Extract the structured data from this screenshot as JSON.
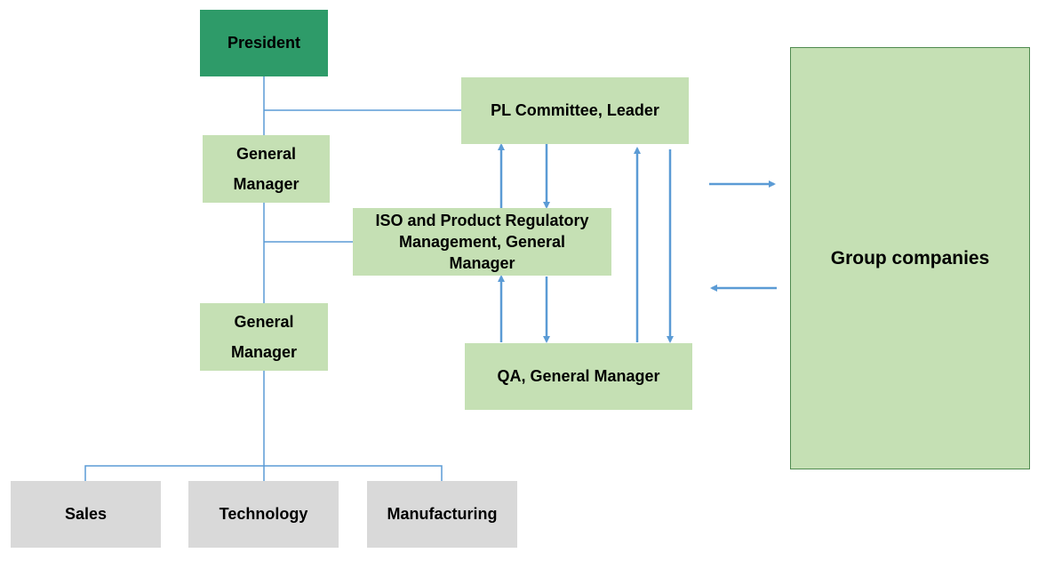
{
  "diagram": {
    "nodes": {
      "president": "President",
      "gm_upper": "General\nManager",
      "gm_lower": "General\nManager",
      "pl_committee": "PL Committee, Leader",
      "iso_management": "ISO and Product Regulatory\nManagement,  General\nManager",
      "qa": "QA, General Manager",
      "group_companies": "Group companies",
      "sales": "Sales",
      "technology": "Technology",
      "manufacturing": "Manufacturing"
    },
    "edges": [
      {
        "from": "president",
        "to": "gm_upper",
        "style": "line"
      },
      {
        "from": "president",
        "to": "pl_committee",
        "style": "line"
      },
      {
        "from": "gm_upper",
        "to": "gm_lower",
        "style": "line"
      },
      {
        "from": "gm_upper",
        "to": "iso_management",
        "style": "line"
      },
      {
        "from": "gm_lower",
        "to": "sales",
        "style": "line"
      },
      {
        "from": "gm_lower",
        "to": "technology",
        "style": "line"
      },
      {
        "from": "gm_lower",
        "to": "manufacturing",
        "style": "line"
      },
      {
        "from": "iso_management",
        "to": "pl_committee",
        "style": "arrow"
      },
      {
        "from": "pl_committee",
        "to": "iso_management",
        "style": "arrow"
      },
      {
        "from": "qa",
        "to": "iso_management",
        "style": "arrow"
      },
      {
        "from": "iso_management",
        "to": "qa",
        "style": "arrow"
      },
      {
        "from": "qa",
        "to": "pl_committee",
        "style": "arrow"
      },
      {
        "from": "pl_committee",
        "to": "qa",
        "style": "arrow"
      },
      {
        "from": "committee_group",
        "to": "group_companies",
        "style": "arrow"
      },
      {
        "from": "group_companies",
        "to": "committee_group",
        "style": "arrow"
      }
    ],
    "colors": {
      "president_fill": "#2e9b69",
      "node_fill": "#c5e0b4",
      "department_fill": "#d9d9d9",
      "connector": "#5b9bd5"
    }
  }
}
